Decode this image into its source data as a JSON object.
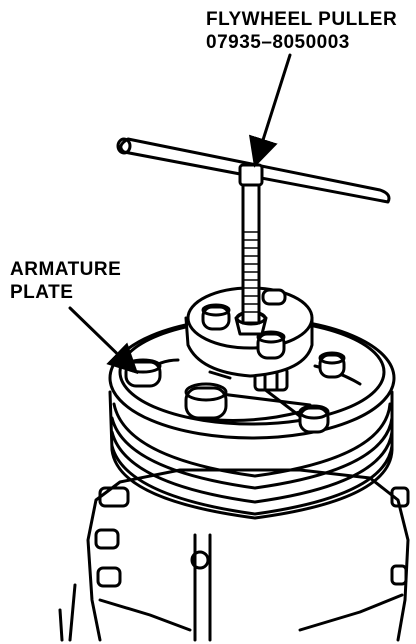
{
  "labels": {
    "tool_name": "FLYWHEEL PULLER",
    "tool_part_number": "07935–8050003",
    "component_line1": "ARMATURE",
    "component_line2": "PLATE"
  },
  "colors": {
    "ink": "#000000",
    "paper": "#ffffff"
  }
}
